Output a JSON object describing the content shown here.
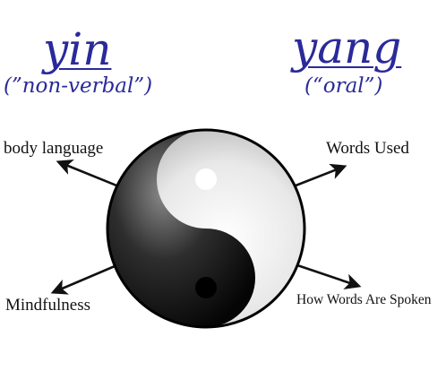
{
  "yin": {
    "word": "yin",
    "subtitle": "(”non-verbal”)"
  },
  "yang": {
    "word": "yang",
    "subtitle": "(“oral”)"
  },
  "labels": {
    "body_language": "body language",
    "words_used": "Words Used",
    "mindfulness": "Mindfulness",
    "how_words_spoken": "How Words Are Spoken"
  },
  "colors": {
    "heading": "#2a2a9a",
    "text": "#111111"
  }
}
